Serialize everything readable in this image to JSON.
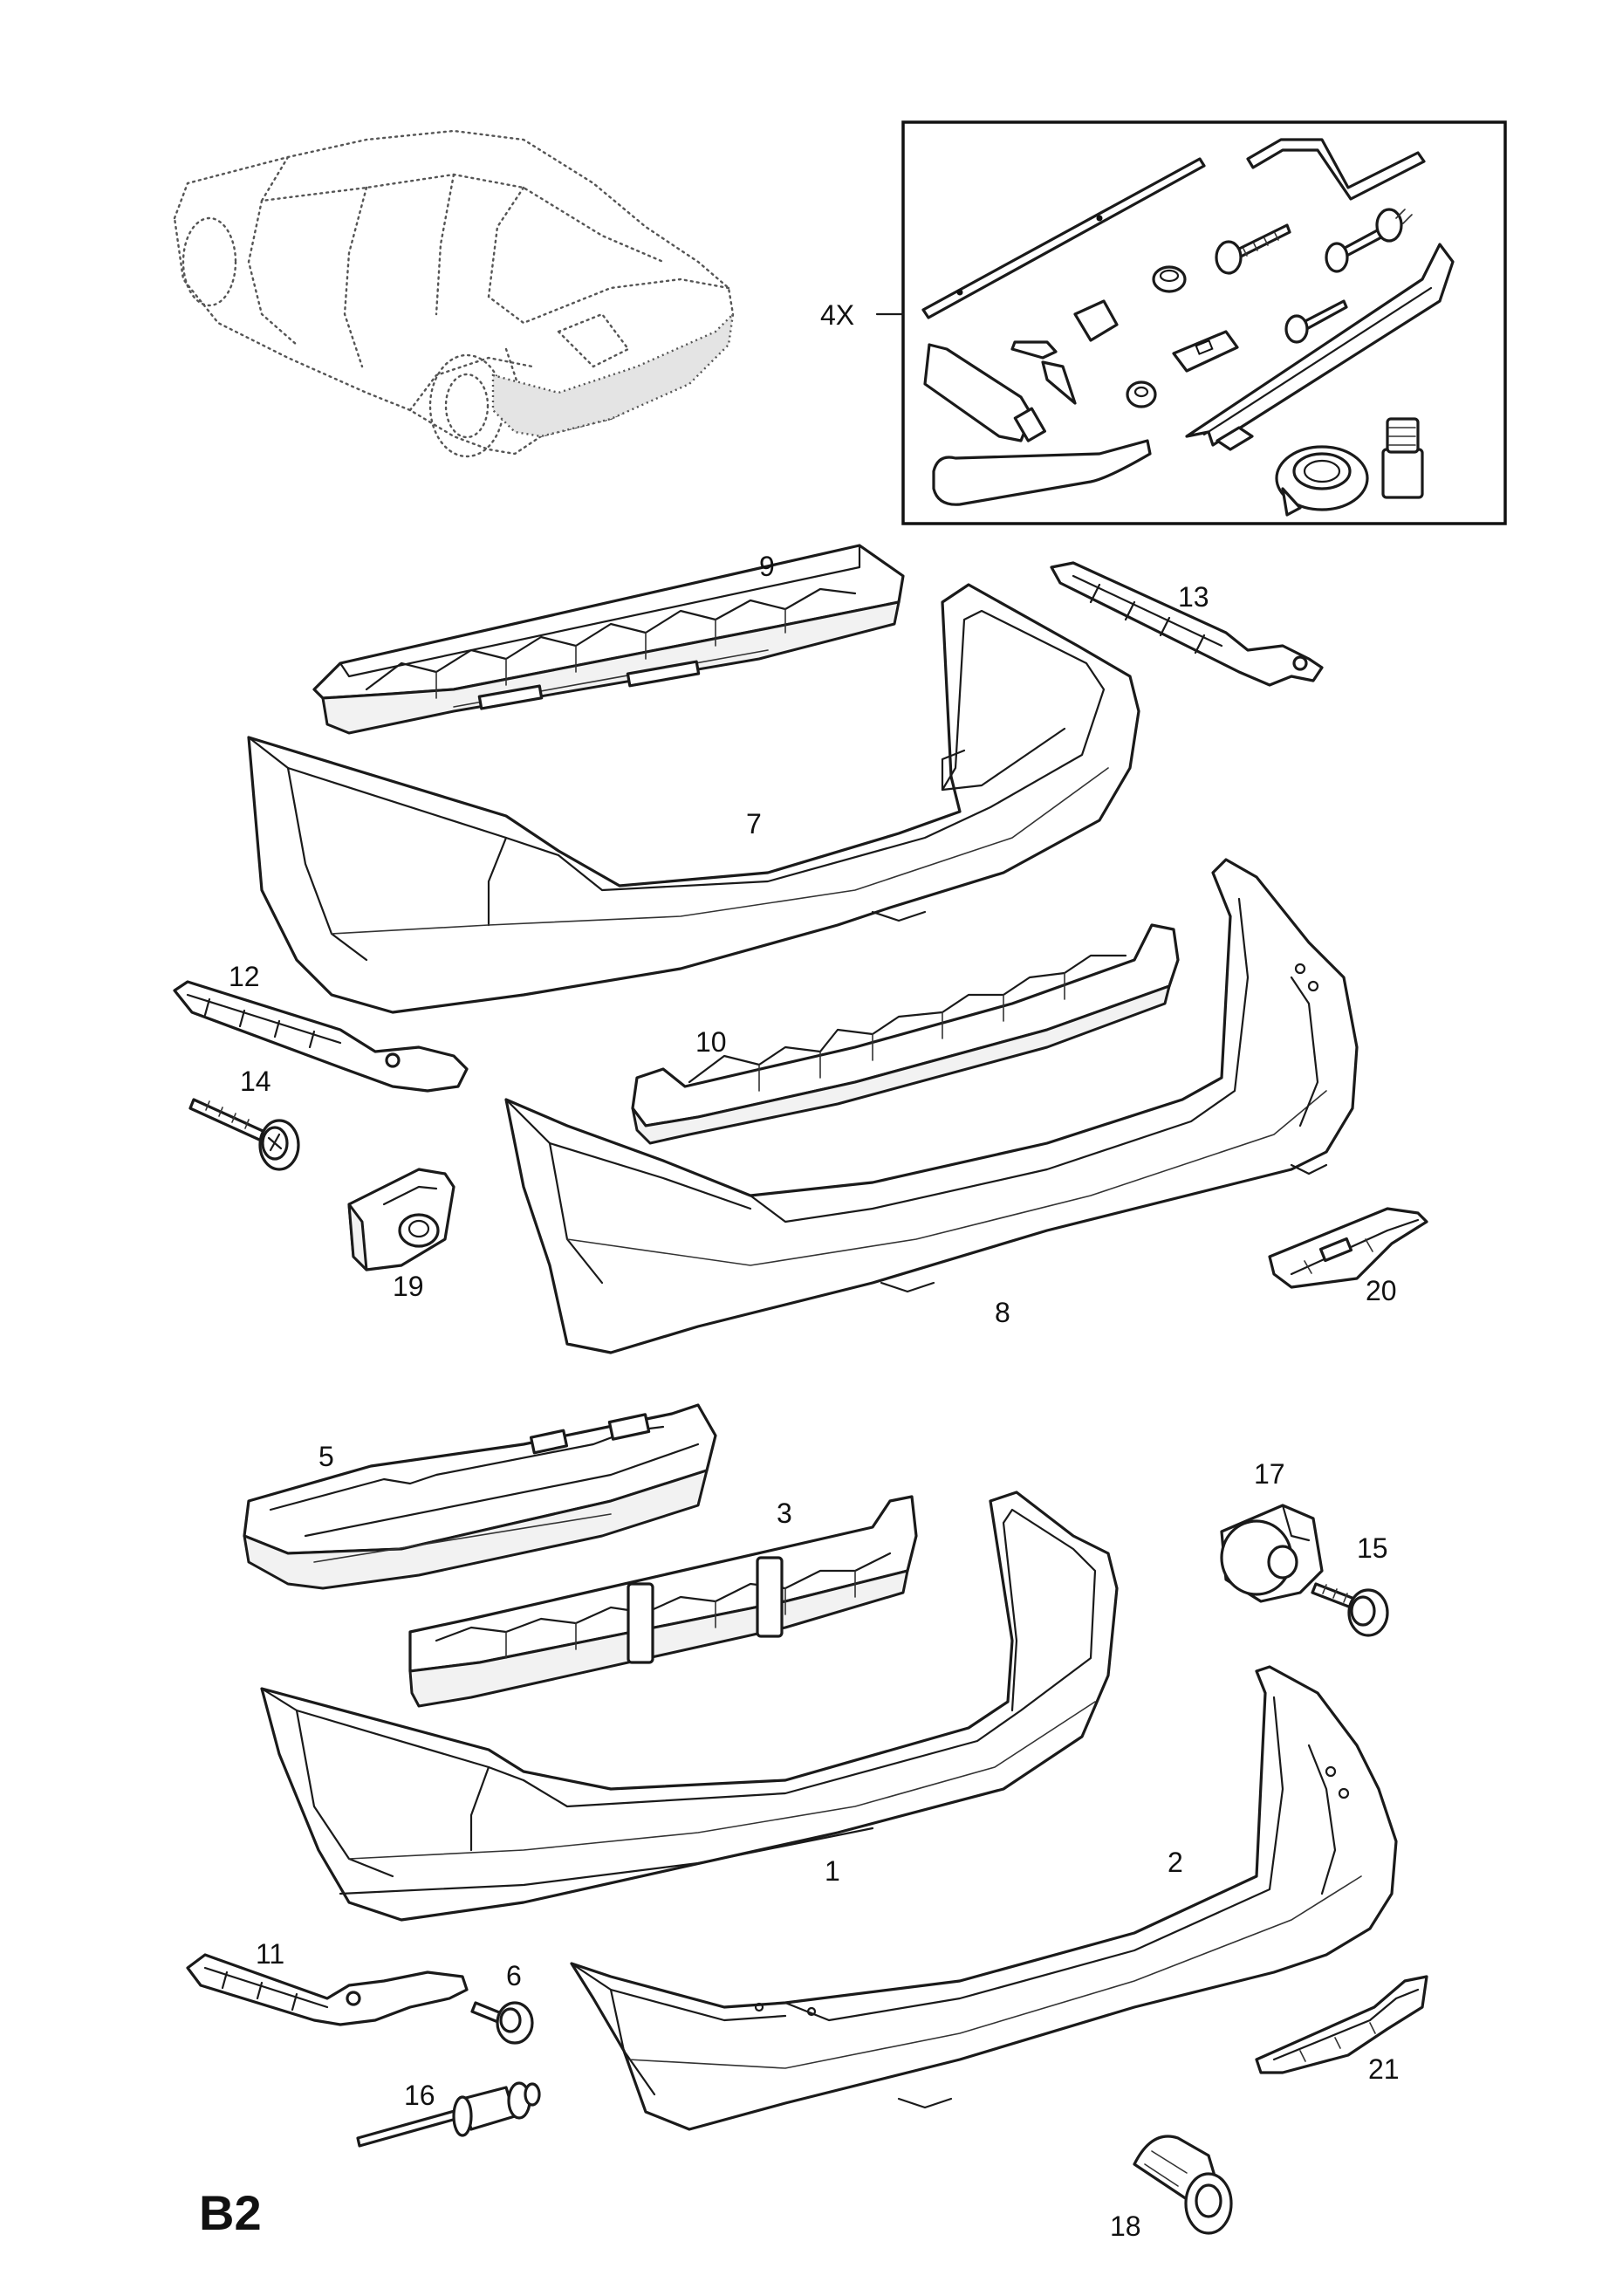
{
  "diagram": {
    "section_code": "B2",
    "kit_quantity": "4X",
    "labels": {
      "p1": "1",
      "p2": "2",
      "p3": "3",
      "p5": "5",
      "p6": "6",
      "p7": "7",
      "p8": "8",
      "p9": "9",
      "p10": "10",
      "p11": "11",
      "p12": "12",
      "p13": "13",
      "p14": "14",
      "p15": "15",
      "p16": "16",
      "p17": "17",
      "p18": "18",
      "p19": "19",
      "p20": "20",
      "p21": "21"
    }
  }
}
